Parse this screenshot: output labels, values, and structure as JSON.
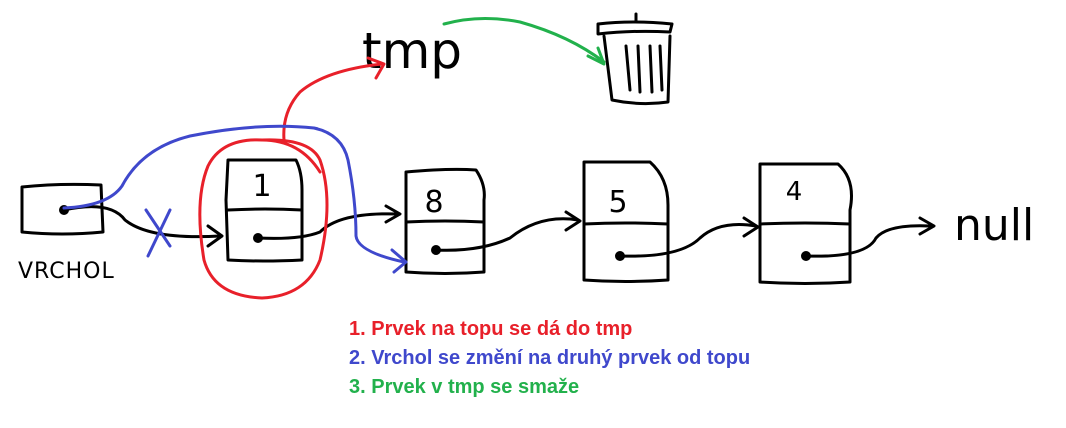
{
  "diagram": {
    "labels": {
      "tmp": "tmp",
      "vrchol": "VRCHOL",
      "null": "null"
    },
    "nodes": [
      {
        "value": "1"
      },
      {
        "value": "8"
      },
      {
        "value": "5"
      },
      {
        "value": "4"
      }
    ],
    "icons": {
      "trash": "trash-can-icon",
      "removed_link": "cross-mark-icon"
    },
    "colors": {
      "ink": "#000000",
      "step1": "#e8202a",
      "step2": "#3f48cc",
      "step3": "#22b14c"
    },
    "steps": [
      {
        "text": "1. Prvek na topu se dá do tmp"
      },
      {
        "text": "2. Vrchol se změní na druhý prvek od topu"
      },
      {
        "text": "3. Prvek v tmp se smaže"
      }
    ]
  }
}
